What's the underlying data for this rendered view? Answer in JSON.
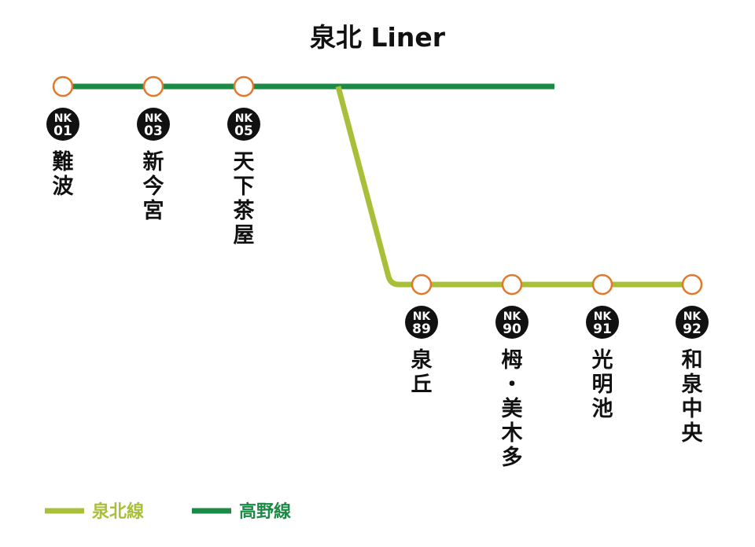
{
  "title": "泉北 Liner",
  "colors": {
    "koya": "#1a8a44",
    "senboku": "#a8bf3a",
    "station_ring": "#e2782c",
    "badge": "#111111",
    "text": "#111111"
  },
  "lines": {
    "koya": {
      "label": "高野線"
    },
    "senboku": {
      "label": "泉北線"
    }
  },
  "stations": [
    {
      "code_prefix": "NK",
      "code_num": "01",
      "name": "難波",
      "line": "koya"
    },
    {
      "code_prefix": "NK",
      "code_num": "03",
      "name": "新今宮",
      "line": "koya"
    },
    {
      "code_prefix": "NK",
      "code_num": "05",
      "name": "天下茶屋",
      "line": "koya"
    },
    {
      "code_prefix": "NK",
      "code_num": "89",
      "name": "泉丘",
      "line": "senboku"
    },
    {
      "code_prefix": "NK",
      "code_num": "90",
      "name": "栂・美木多",
      "line": "senboku"
    },
    {
      "code_prefix": "NK",
      "code_num": "91",
      "name": "光明池",
      "line": "senboku"
    },
    {
      "code_prefix": "NK",
      "code_num": "92",
      "name": "和泉中央",
      "line": "senboku"
    }
  ]
}
